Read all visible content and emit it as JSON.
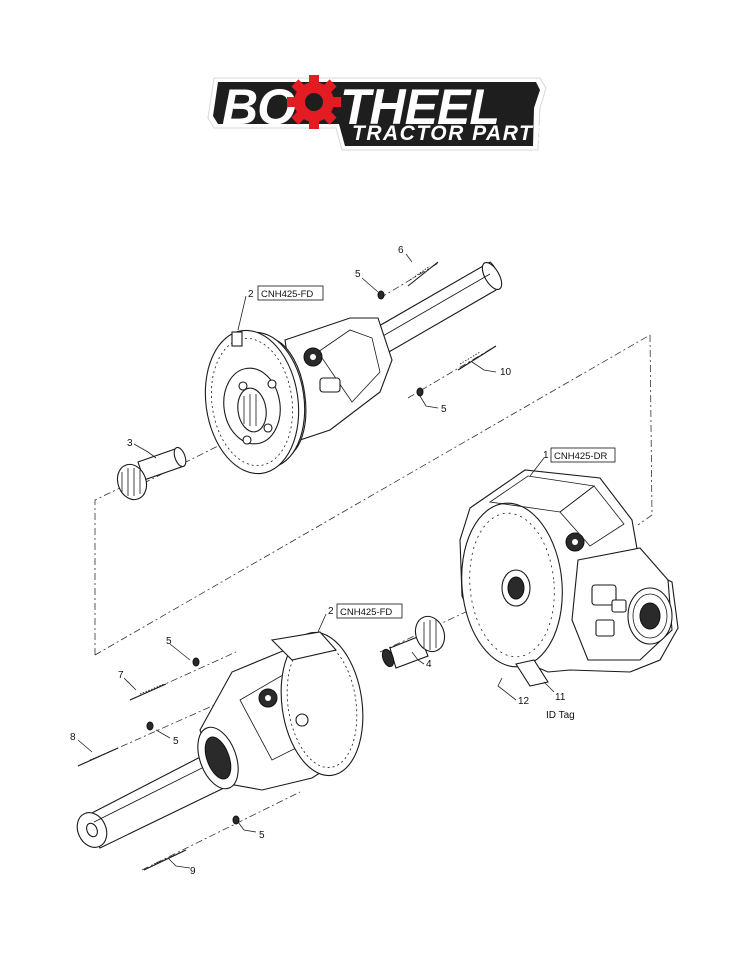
{
  "logo": {
    "brand_word_left": "BO",
    "brand_word_right": "THEEL",
    "tagline": "TRACTOR PARTS",
    "colors": {
      "background": "#1e1e1e",
      "outline": "#ffffff",
      "gear": "#e31b23"
    }
  },
  "diagram": {
    "labels": {
      "part_1": "1",
      "part_1_code": "CNH425-DR",
      "part_2_top": "2",
      "part_2_top_code": "CNH425-FD",
      "part_2_bottom": "2",
      "part_2_bottom_code": "CNH425-FD",
      "part_3": "3",
      "part_4": "4",
      "part_5_a": "5",
      "part_5_b": "5",
      "part_5_c": "5",
      "part_5_d": "5",
      "part_5_e": "5",
      "part_6": "6",
      "part_7": "7",
      "part_8": "8",
      "part_9": "9",
      "part_10": "10",
      "part_11": "11",
      "part_12": "12",
      "id_tag": "ID Tag"
    }
  }
}
